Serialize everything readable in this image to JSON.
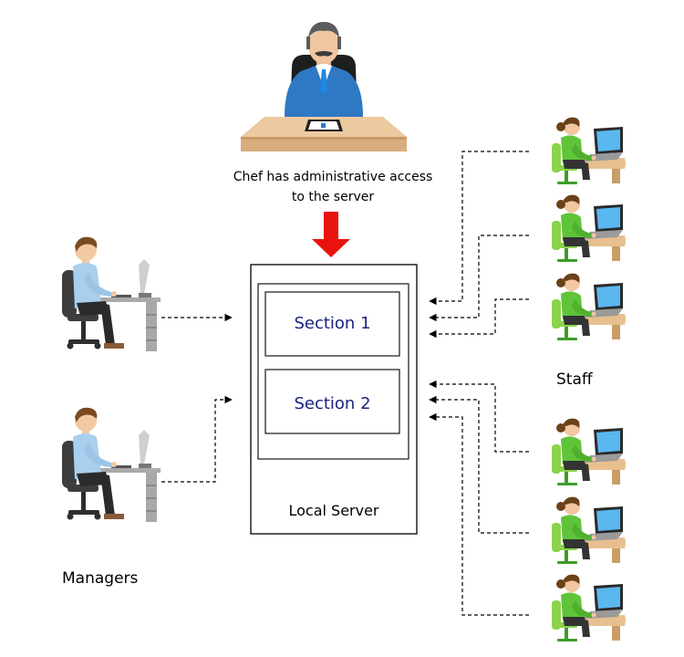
{
  "chef": {
    "caption_line1": "Chef has administrative access",
    "caption_line2": "to the server"
  },
  "server": {
    "label": "Local Server",
    "sections": [
      "Section 1",
      "Section 2"
    ]
  },
  "groups": {
    "managers_label": "Managers",
    "staff_label": "Staff"
  },
  "colors": {
    "section_text": "#1a237e",
    "arrow_red": "#e8130f",
    "chef_suit": "#2f78c4",
    "desk_top": "#edc9a0",
    "manager_shirt": "#a9cfee",
    "staff_shirt": "#5fc43a"
  }
}
